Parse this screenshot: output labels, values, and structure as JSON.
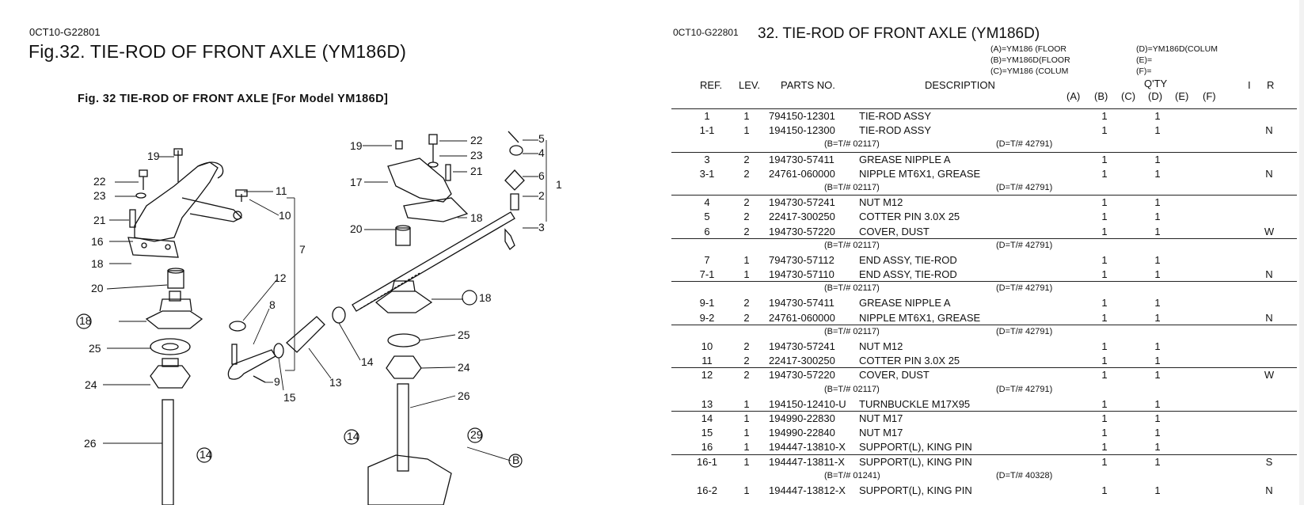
{
  "left": {
    "code": "0CT10-G22801",
    "title": "Fig.32.  TIE-ROD OF FRONT AXLE (YM186D)",
    "caption": "Fig. 32   TIE-ROD OF FRONT AXLE [For Model YM186D]"
  },
  "diagram_labels": [
    "19",
    "22",
    "23",
    "21",
    "16",
    "18",
    "20",
    "18",
    "25",
    "24",
    "26",
    "14",
    "11",
    "10",
    "7",
    "12",
    "8",
    "9",
    "15",
    "13",
    "14",
    "19",
    "22",
    "23",
    "21",
    "17",
    "18",
    "20",
    "5",
    "4",
    "6",
    "1",
    "2",
    "3",
    "18",
    "25",
    "24",
    "26",
    "14",
    "29",
    "B"
  ],
  "right": {
    "code": "0CT10-G22801",
    "title": "32.  TIE-ROD OF FRONT AXLE (YM186D)",
    "legend_left": [
      "(A)=YM186 (FLOOR",
      "(B)=YM186D(FLOOR",
      "(C)=YM186 (COLUM"
    ],
    "legend_right": [
      "(D)=YM186D(COLUM",
      "(E)=",
      "(F)="
    ],
    "headers": {
      "ref": "REF.",
      "lev": "LEV.",
      "part": "PARTS NO.",
      "desc": "DESCRIPTION",
      "qty": "Q'TY",
      "a": "(A)",
      "b": "(B)",
      "c": "(C)",
      "d": "(D)",
      "e": "(E)",
      "f": "(F)",
      "i": "I",
      "r": "R"
    },
    "rows": [
      {
        "ref": "1",
        "lev": "1",
        "part": "794150-12301",
        "desc": "TIE-ROD ASSY",
        "b": "1",
        "d": "1",
        "ir": ""
      },
      {
        "ref": "1-1",
        "lev": "1",
        "part": "194150-12300",
        "desc": "TIE-ROD ASSY",
        "b": "1",
        "d": "1",
        "ir": "N"
      },
      {
        "note1": "(B=T/# 02117)",
        "note2": "(D=T/# 42791)",
        "sep": true
      },
      {
        "ref": "3",
        "lev": "2",
        "part": "194730-57411",
        "desc": "GREASE NIPPLE A",
        "b": "1",
        "d": "1",
        "ir": ""
      },
      {
        "ref": "3-1",
        "lev": "2",
        "part": "24761-060000",
        "desc": "NIPPLE MT6X1, GREASE",
        "b": "1",
        "d": "1",
        "ir": "N"
      },
      {
        "note1": "(B=T/# 02117)",
        "note2": "(D=T/# 42791)",
        "sep": true
      },
      {
        "ref": "4",
        "lev": "2",
        "part": "194730-57241",
        "desc": "NUT M12",
        "b": "1",
        "d": "1",
        "ir": ""
      },
      {
        "ref": "5",
        "lev": "2",
        "part": "22417-300250",
        "desc": "COTTER PIN 3.0X 25",
        "b": "1",
        "d": "1",
        "ir": ""
      },
      {
        "ref": "6",
        "lev": "2",
        "part": "194730-57220",
        "desc": "COVER, DUST",
        "b": "1",
        "d": "1",
        "ir": "W",
        "sep": true
      },
      {
        "note1": "(B=T/# 02117)",
        "note2": "(D=T/# 42791)"
      },
      {
        "ref": "7",
        "lev": "1",
        "part": "794730-57112",
        "desc": "END ASSY, TIE-ROD",
        "b": "1",
        "d": "1",
        "ir": ""
      },
      {
        "ref": "7-1",
        "lev": "1",
        "part": "194730-57110",
        "desc": "END ASSY, TIE-ROD",
        "b": "1",
        "d": "1",
        "ir": "N",
        "sep": true
      },
      {
        "note1": "(B=T/# 02117)",
        "note2": "(D=T/# 42791)"
      },
      {
        "ref": "9-1",
        "lev": "2",
        "part": "194730-57411",
        "desc": "GREASE NIPPLE A",
        "b": "1",
        "d": "1",
        "ir": ""
      },
      {
        "ref": "9-2",
        "lev": "2",
        "part": "24761-060000",
        "desc": "NIPPLE MT6X1, GREASE",
        "b": "1",
        "d": "1",
        "ir": "N",
        "sep": true
      },
      {
        "note1": "(B=T/# 02117)",
        "note2": "(D=T/# 42791)"
      },
      {
        "ref": "10",
        "lev": "2",
        "part": "194730-57241",
        "desc": "NUT M12",
        "b": "1",
        "d": "1",
        "ir": ""
      },
      {
        "ref": "11",
        "lev": "2",
        "part": "22417-300250",
        "desc": "COTTER PIN 3.0X 25",
        "b": "1",
        "d": "1",
        "ir": "",
        "sep": true
      },
      {
        "ref": "12",
        "lev": "2",
        "part": "194730-57220",
        "desc": "COVER, DUST",
        "b": "1",
        "d": "1",
        "ir": "W"
      },
      {
        "note1": "(B=T/# 02117)",
        "note2": "(D=T/# 42791)"
      },
      {
        "ref": "13",
        "lev": "1",
        "part": "194150-12410-U",
        "desc": "TURNBUCKLE M17X95",
        "b": "1",
        "d": "1",
        "ir": "",
        "sep": true
      },
      {
        "ref": "14",
        "lev": "1",
        "part": "194990-22830",
        "desc": "NUT M17",
        "b": "1",
        "d": "1",
        "ir": ""
      },
      {
        "ref": "15",
        "lev": "1",
        "part": "194990-22840",
        "desc": "NUT M17",
        "b": "1",
        "d": "1",
        "ir": ""
      },
      {
        "ref": "16",
        "lev": "1",
        "part": "194447-13810-X",
        "desc": "SUPPORT(L), KING PIN",
        "b": "1",
        "d": "1",
        "ir": "",
        "sep": true
      },
      {
        "ref": "16-1",
        "lev": "1",
        "part": "194447-13811-X",
        "desc": "SUPPORT(L), KING PIN",
        "b": "1",
        "d": "1",
        "ir": "S"
      },
      {
        "note1": "(B=T/# 01241)",
        "note2": "(D=T/# 40328)"
      },
      {
        "ref": "16-2",
        "lev": "1",
        "part": "194447-13812-X",
        "desc": "SUPPORT(L), KING PIN",
        "b": "1",
        "d": "1",
        "ir": "N"
      }
    ]
  }
}
